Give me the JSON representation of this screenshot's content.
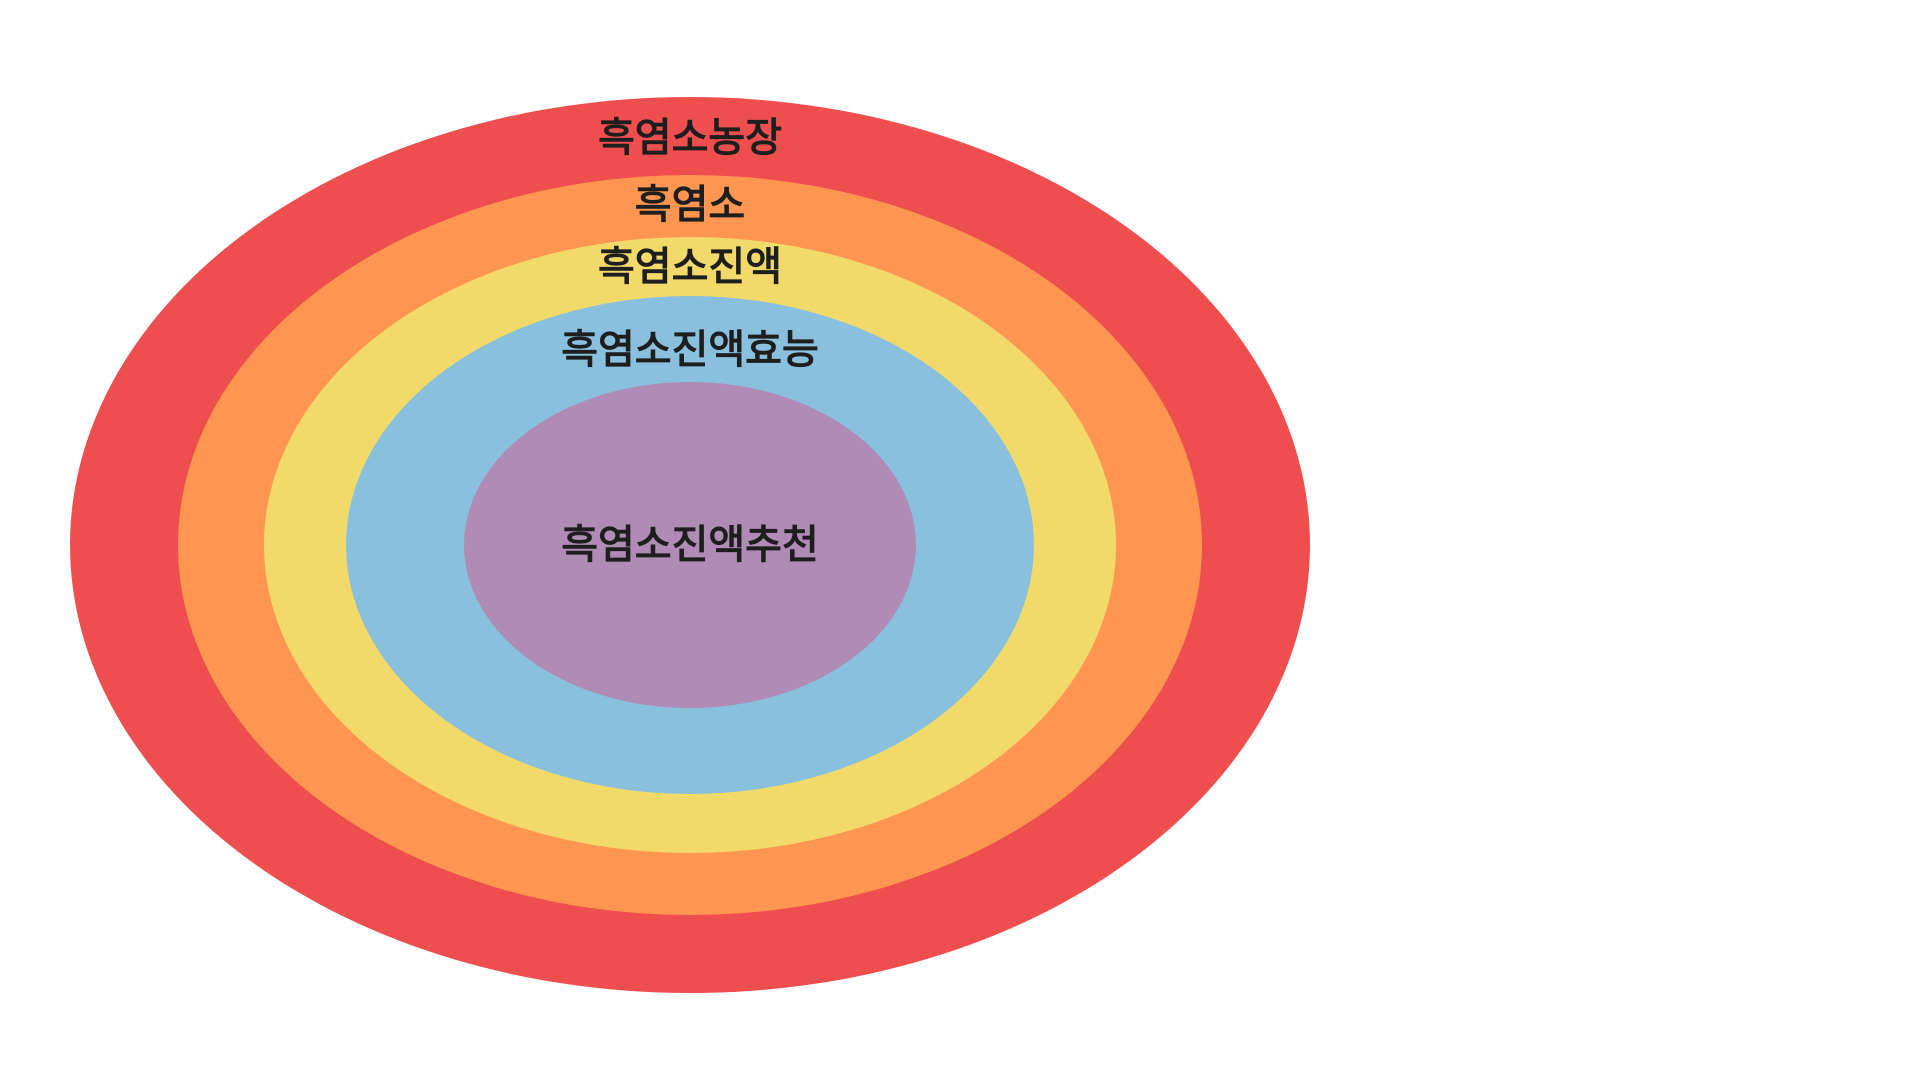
{
  "diagram": {
    "type": "nested-ellipses",
    "rings": [
      {
        "label": "흑염소농장",
        "color": "#ef4e4e"
      },
      {
        "label": "흑염소",
        "color": "#fe9651"
      },
      {
        "label": "흑염소진액",
        "color": "#f1da6a"
      },
      {
        "label": "흑염소진액효능",
        "color": "#88c0de"
      },
      {
        "label": "흑염소진액추천",
        "color": "#af8bb5"
      }
    ]
  }
}
